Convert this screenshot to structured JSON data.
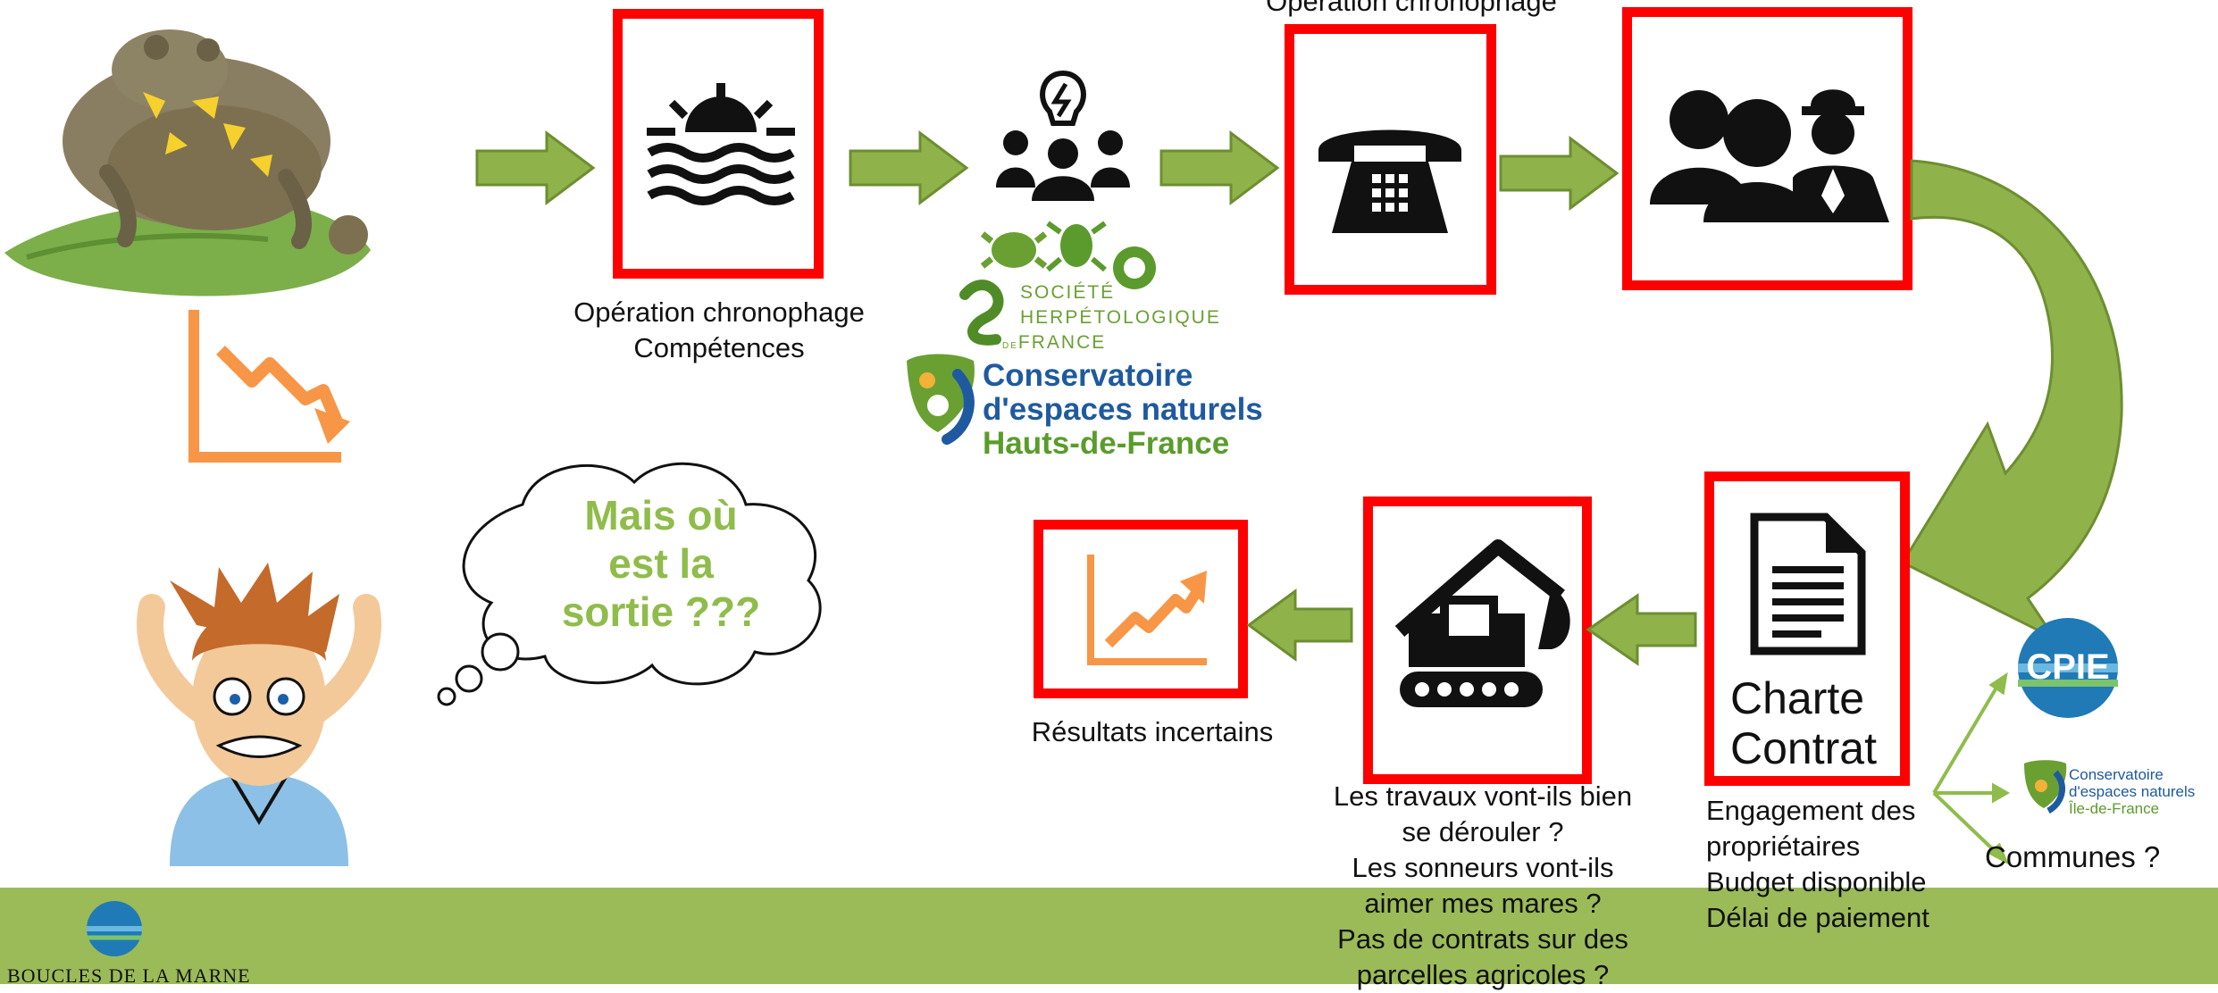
{
  "captions": {
    "top_cut": "Opération chronophage",
    "box1": [
      "Opération chronophage",
      "Compétences"
    ],
    "resultats": "Résultats incertains",
    "travaux": [
      "Les travaux vont-ils bien",
      "se dérouler ?",
      "Les sonneurs vont-ils",
      "aimer mes mares ?",
      "Pas de contrats sur des",
      "parcelles agricoles ?"
    ],
    "engagement": [
      "Engagement des",
      "propriétaires",
      "Budget disponible",
      "Délai de paiement"
    ],
    "communes": "Communes ?"
  },
  "charte": [
    "Charte",
    "Contrat"
  ],
  "cloud": [
    "Mais où",
    "est la",
    "sortie ???"
  ],
  "logos": {
    "shf": [
      "SOCIÉTÉ",
      "HERPÉTOLOGIQUE",
      "FRANCE"
    ],
    "shf_de": "DE",
    "cen_hdf": [
      "Conservatoire",
      "d'espaces naturels",
      "Hauts-de-France"
    ],
    "cen_idf": [
      "Conservatoire",
      "d'espaces naturels",
      "Île-de-France"
    ],
    "cpie": "CPIE",
    "footer_org": "BOUCLES DE LA MARNE"
  },
  "icons": [
    "sunrise-icon",
    "team-idea-icon",
    "telephone-icon",
    "people-worker-icon",
    "document-icon",
    "excavator-icon",
    "trend-down-icon",
    "trend-up-icon"
  ],
  "colors": {
    "accent_green": "#9bbb59",
    "arrow_green": "#8fb34a",
    "box_red": "#ff0000",
    "trend_orange": "#f79646",
    "cen_blue": "#1e5aa0",
    "cen_green": "#5a9c2b"
  }
}
